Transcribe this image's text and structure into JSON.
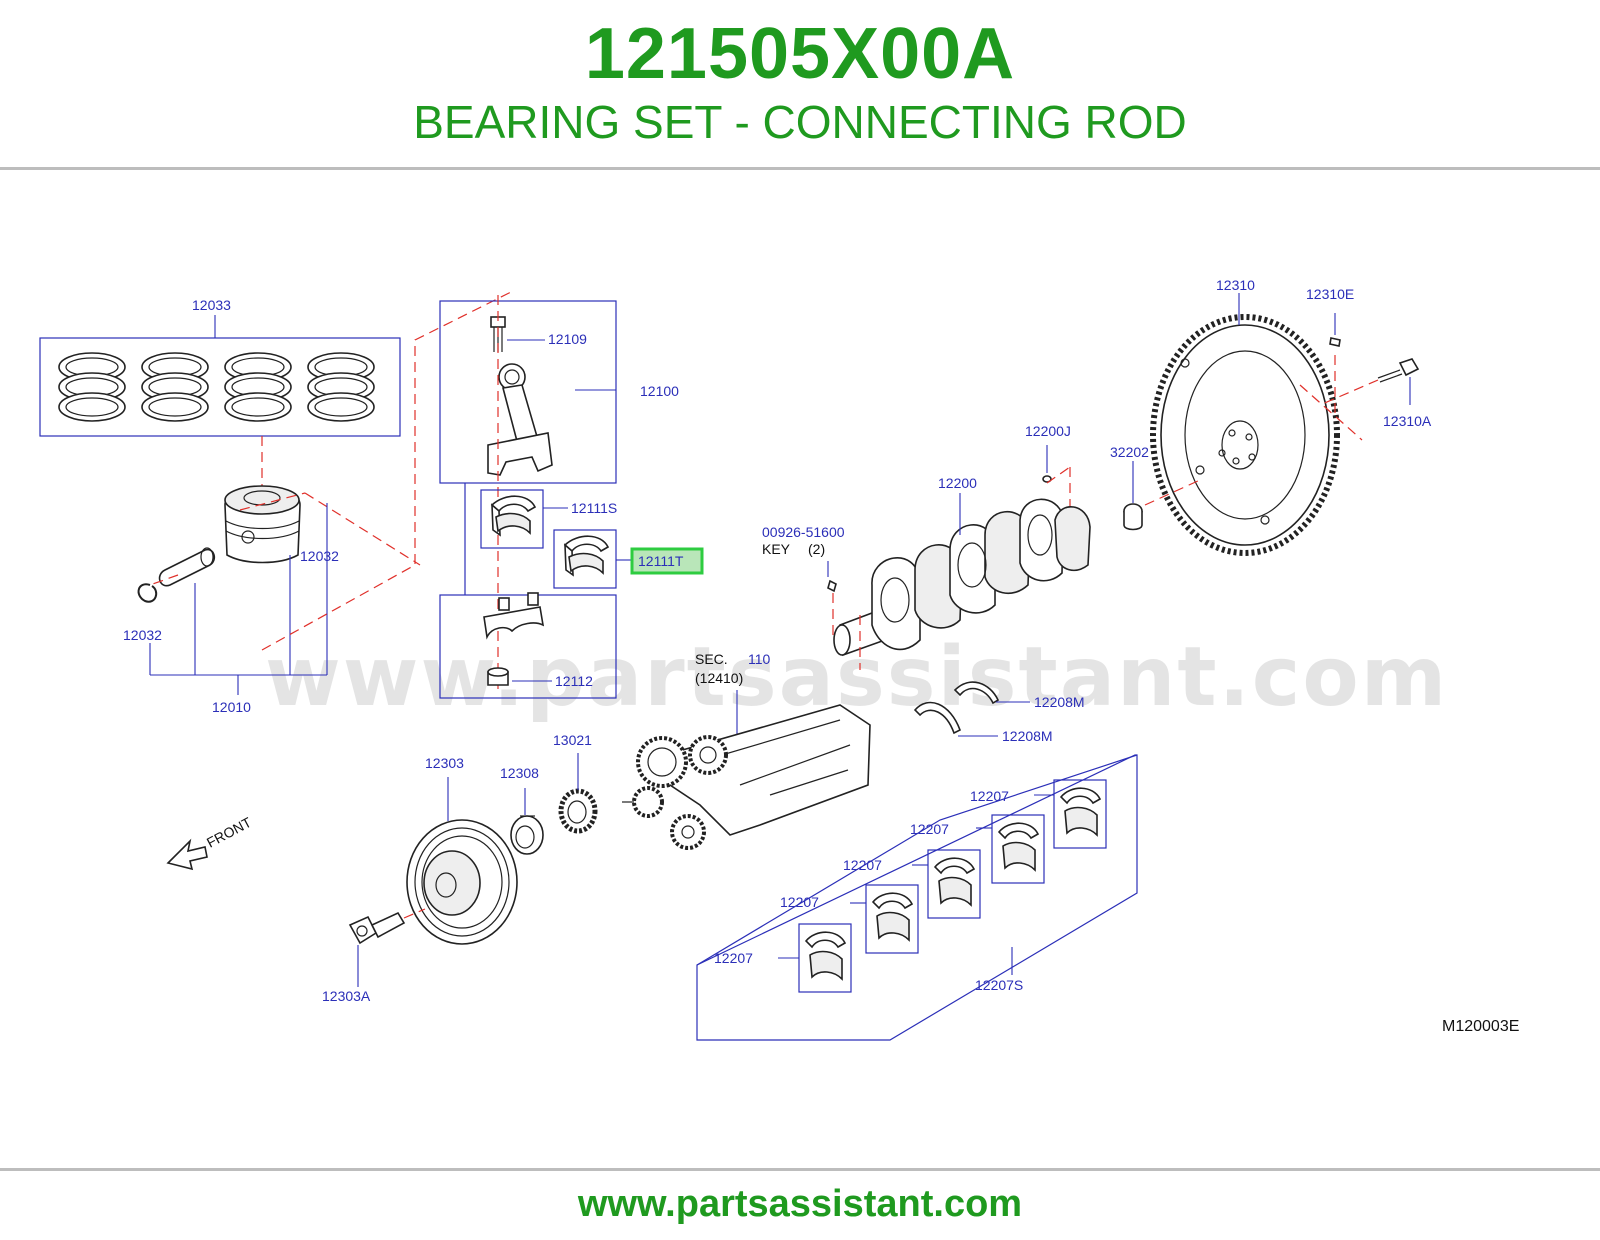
{
  "header": {
    "part_number": "121505X00A",
    "part_name": "BEARING SET - CONNECTING ROD"
  },
  "diagram": {
    "watermark": "www.partsassistant.com",
    "highlighted_callout": "12111T",
    "highlight_color": "#2ecc40",
    "callouts": {
      "c12033": "12033",
      "c12109": "12109",
      "c12100": "12100",
      "c12032a": "12032",
      "c12032b": "12032",
      "c12010": "12010",
      "c12111S": "12111S",
      "c12111T": "12111T",
      "c12112": "12112",
      "c12310": "12310",
      "c12310E": "12310E",
      "c12310A": "12310A",
      "c12200J": "12200J",
      "c32202": "32202",
      "c12200": "12200",
      "c00926": "00926-51600",
      "key": "KEY",
      "key_qty": "(2)",
      "sec": "SEC.",
      "sec_num": "110",
      "sec_ref": "(12410)",
      "c12208Ma": "12208M",
      "c12208Mb": "12208M",
      "c12303": "12303",
      "c12308": "12308",
      "c13021": "13021",
      "front": "FRONT",
      "c12207a": "12207",
      "c12207b": "12207",
      "c12207c": "12207",
      "c12207d": "12207",
      "c12207e": "12207",
      "c12207S": "12207S",
      "c12303A": "12303A",
      "diagram_code": "M120003E"
    }
  },
  "footer": {
    "url": "www.partsassistant.com"
  }
}
